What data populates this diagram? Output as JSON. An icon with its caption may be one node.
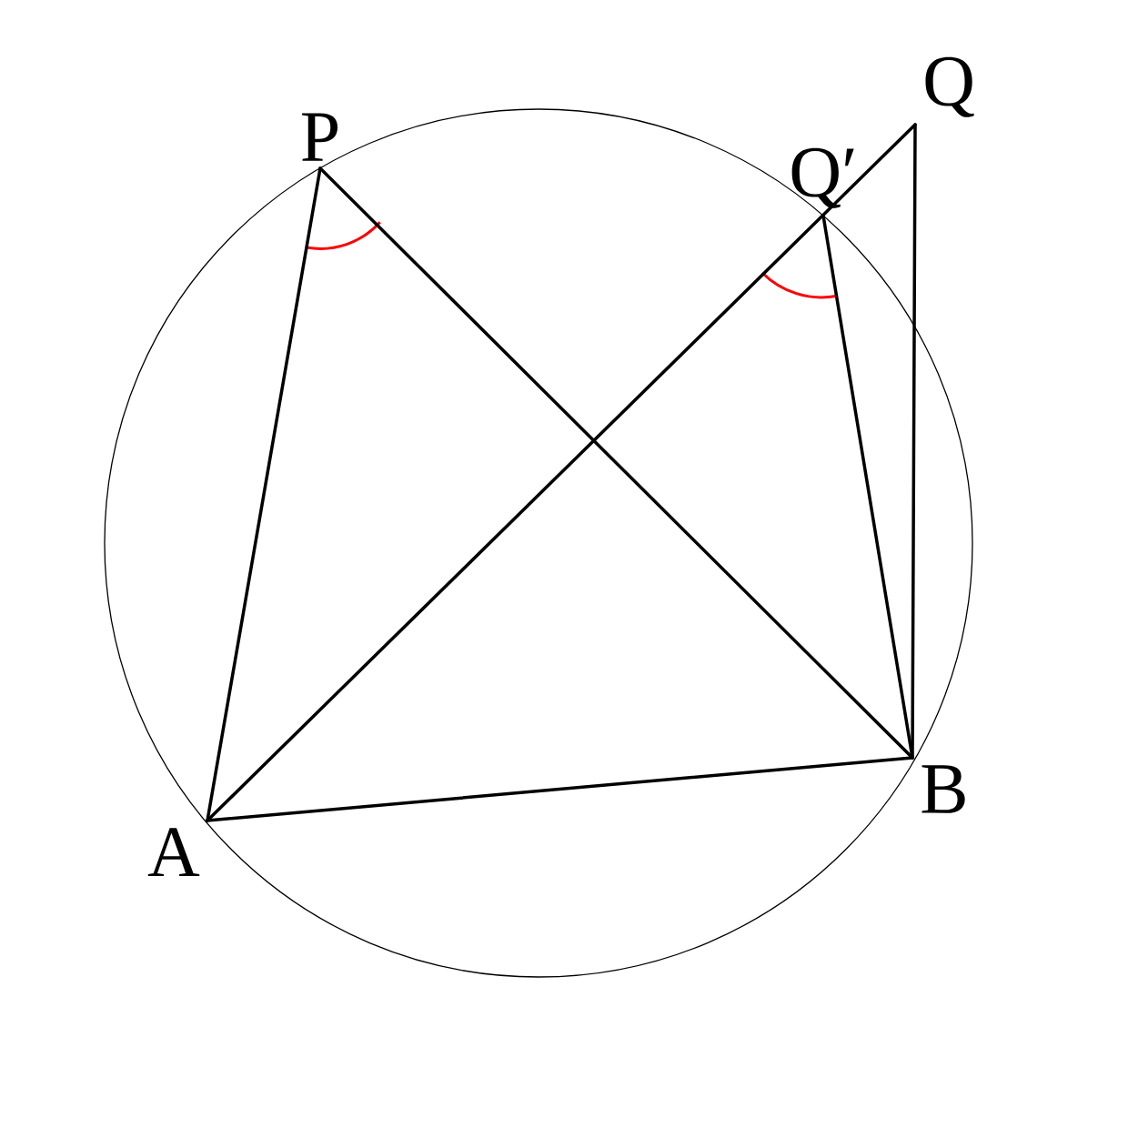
{
  "diagram": {
    "nodes": [
      {
        "text": [
          "P"
        ]
      },
      {
        "text": [
          "Q′"
        ]
      },
      {
        "text": [
          "Q"
        ]
      },
      {
        "text": [
          "A"
        ]
      },
      {
        "text": [
          "B"
        ]
      }
    ],
    "edges": [
      {
        "from": 3,
        "to": 0,
        "arrow": "none"
      },
      {
        "from": 0,
        "to": 4,
        "arrow": "none"
      },
      {
        "from": 3,
        "to": 2,
        "arrow": "none"
      },
      {
        "from": 1,
        "to": 4,
        "arrow": "none"
      },
      {
        "from": 2,
        "to": 4,
        "arrow": "none"
      },
      {
        "from": 3,
        "to": 4,
        "arrow": "none"
      }
    ]
  }
}
